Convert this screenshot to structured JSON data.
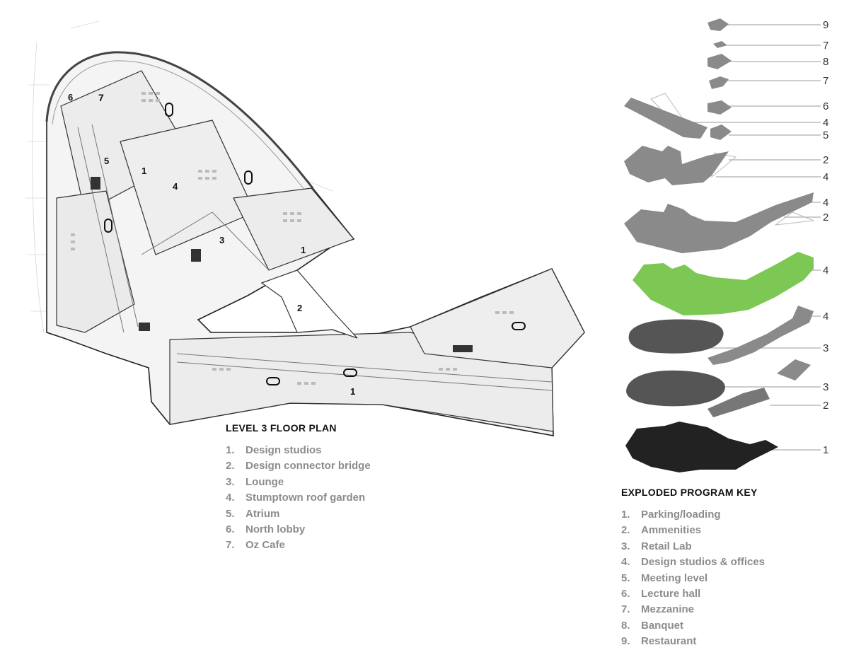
{
  "floor_plan": {
    "title": "LEVEL 3 FLOOR PLAN",
    "items": [
      {
        "num": "1.",
        "label": "Design studios"
      },
      {
        "num": "2.",
        "label": "Design connector bridge"
      },
      {
        "num": "3.",
        "label": "Lounge"
      },
      {
        "num": "4.",
        "label": "Stumptown roof garden"
      },
      {
        "num": "5.",
        "label": "Atrium"
      },
      {
        "num": "6.",
        "label": "North lobby"
      },
      {
        "num": "7.",
        "label": "Oz Cafe"
      }
    ],
    "plan_labels": [
      "1",
      "1",
      "1",
      "2",
      "3",
      "4",
      "5",
      "6",
      "7"
    ]
  },
  "program_key": {
    "title": "EXPLODED PROGRAM KEY",
    "items": [
      {
        "num": "1.",
        "label": "Parking/loading"
      },
      {
        "num": "2.",
        "label": "Ammenities"
      },
      {
        "num": "3.",
        "label": "Retail Lab"
      },
      {
        "num": "4.",
        "label": "Design studios & offices"
      },
      {
        "num": "5.",
        "label": "Meeting level"
      },
      {
        "num": "6.",
        "label": "Lecture hall"
      },
      {
        "num": "7.",
        "label": "Mezzanine"
      },
      {
        "num": "8.",
        "label": "Banquet"
      },
      {
        "num": "9.",
        "label": "Restaurant"
      }
    ],
    "callouts": [
      "9",
      "7",
      "8",
      "7",
      "6",
      "4",
      "5",
      "2",
      "4",
      "4",
      "2",
      "4",
      "4",
      "3",
      "3",
      "2",
      "1"
    ]
  },
  "colors": {
    "highlight_level": "#7dc855",
    "mid_gray": "#8a8a8a",
    "dark_gray": "#555555",
    "black_base": "#222222"
  }
}
